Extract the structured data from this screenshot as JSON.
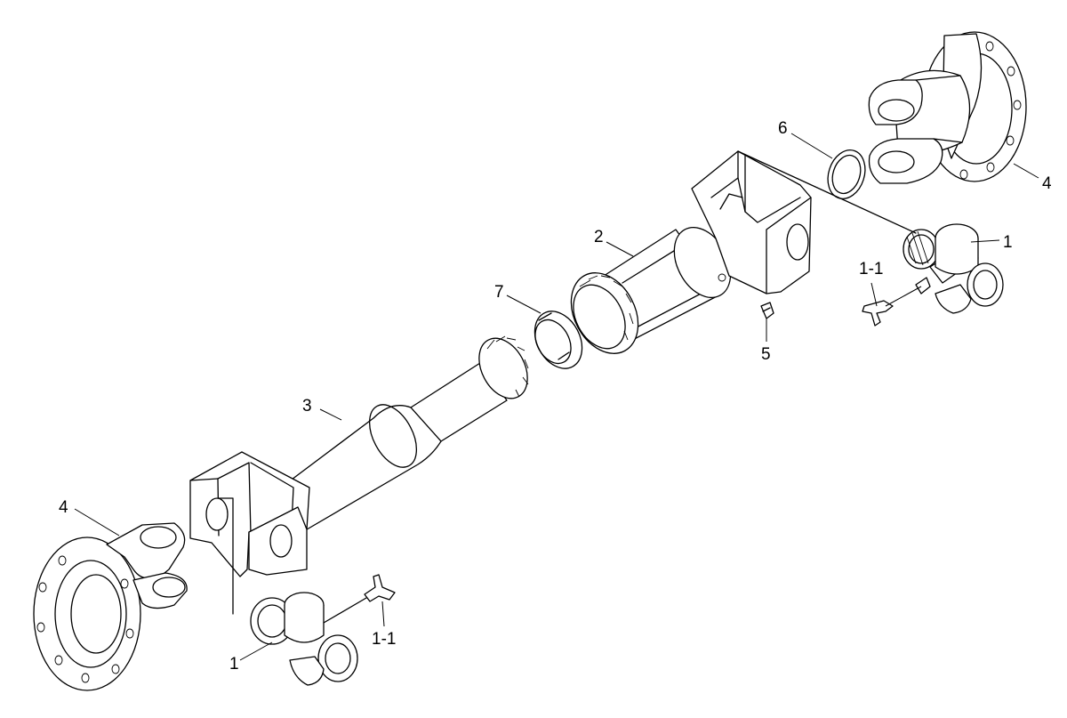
{
  "callouts": [
    {
      "id": "c1_upper",
      "text": "1"
    },
    {
      "id": "c11_upper",
      "text": "1-1"
    },
    {
      "id": "c2",
      "text": "2"
    },
    {
      "id": "c3",
      "text": "3"
    },
    {
      "id": "c4_left",
      "text": "4"
    },
    {
      "id": "c4_right",
      "text": "4"
    },
    {
      "id": "c5",
      "text": "5"
    },
    {
      "id": "c6",
      "text": "6"
    },
    {
      "id": "c7",
      "text": "7"
    },
    {
      "id": "c1_lower",
      "text": "1"
    },
    {
      "id": "c11_lower",
      "text": "1-1"
    }
  ]
}
